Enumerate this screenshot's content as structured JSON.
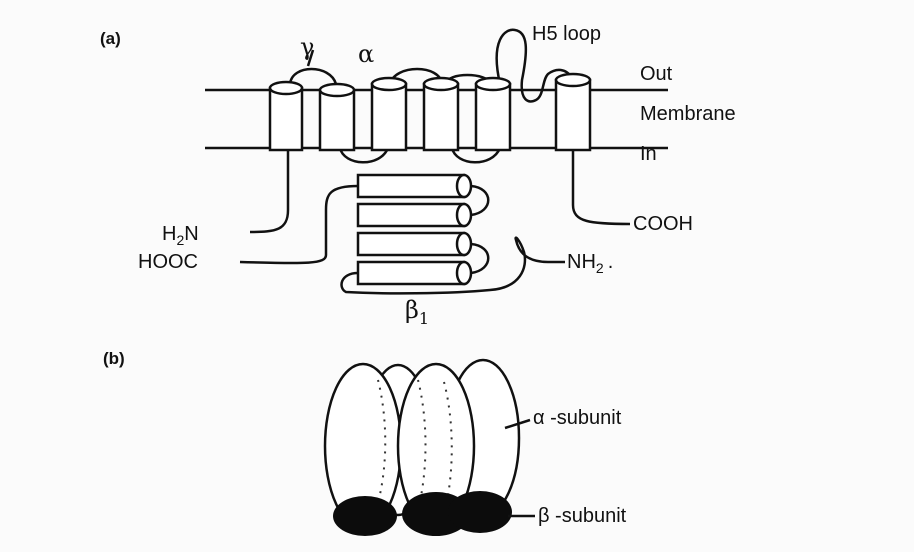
{
  "panel_a": {
    "tag": "(a)",
    "gamma": "γ",
    "alpha": "α",
    "h5_loop": "H5 loop",
    "out": "Out",
    "membrane": "Membrane",
    "in": "In",
    "h2n_h": "H",
    "h2n_sub": "2",
    "h2n_n": "N",
    "hooc": "HOOC",
    "cooh": "COOH",
    "nh2_main": "NH",
    "nh2_sub": "2",
    "nh2_dot": ".",
    "beta1": "β",
    "beta1_sub": "1"
  },
  "panel_b": {
    "tag": "(b)",
    "alpha_subunit": "α -subunit",
    "beta_subunit": "β -subunit"
  }
}
